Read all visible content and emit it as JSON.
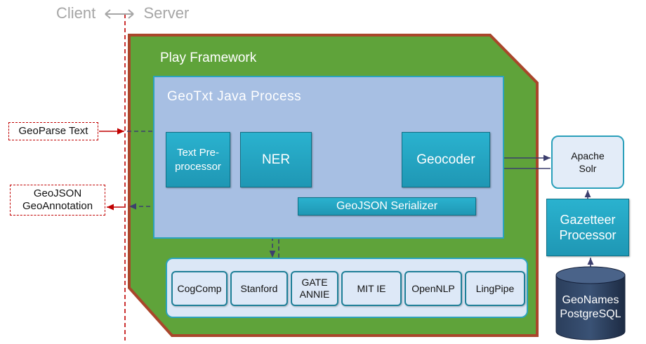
{
  "header": {
    "client": "Client",
    "server": "Server"
  },
  "containers": {
    "play_framework": "Play Framework",
    "java_process": "GeoTxt Java Process"
  },
  "components": {
    "text_preprocessor": [
      "Text Pre-",
      "processor"
    ],
    "ner": "NER",
    "geocoder": "Geocoder",
    "serializer": "GeoJSON Serializer"
  },
  "ner_libraries": [
    [
      "CogComp"
    ],
    [
      "Stanford"
    ],
    [
      "GATE",
      "ANNIE"
    ],
    [
      "MIT IE"
    ],
    [
      "OpenNLP"
    ],
    [
      "LingPipe"
    ]
  ],
  "external": {
    "solr": [
      "Apache",
      "Solr"
    ],
    "gazetteer": [
      "Gazetteer",
      "Processor"
    ],
    "database": [
      "GeoNames",
      "PostgreSQL"
    ]
  },
  "client": {
    "input": "GeoParse Text",
    "output": [
      "GeoJSON",
      "GeoAnnotation"
    ]
  },
  "colors": {
    "play_green": "#5fa33a",
    "play_border": "#a9462b",
    "java_blue": "#a7bfe3",
    "component_teal": "#23a6c4",
    "arrow_dark": "#3c3f6e",
    "client_red": "#c00000",
    "header_gray": "#a6a6a6",
    "db_navy": "#1f2e47"
  }
}
